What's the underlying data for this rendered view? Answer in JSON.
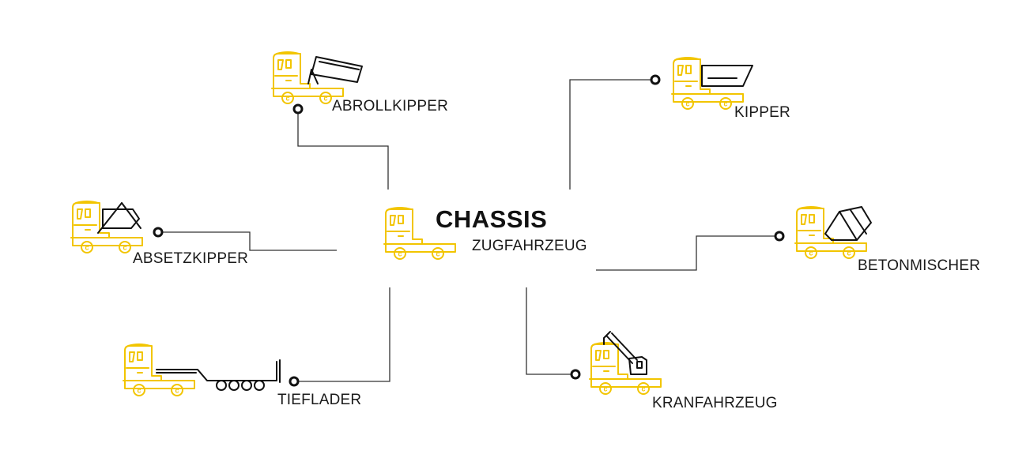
{
  "center": {
    "title": "CHASSIS",
    "subtitle": "ZUGFAHRZEUG",
    "icon": "truck-tractor-icon"
  },
  "nodes": [
    {
      "id": "abrollkipper",
      "label": "ABROLLKIPPER",
      "icon": "hook-lift-truck-icon"
    },
    {
      "id": "kipper",
      "label": "KIPPER",
      "icon": "tipper-truck-icon"
    },
    {
      "id": "absetzkipper",
      "label": "ABSETZKIPPER",
      "icon": "skip-loader-truck-icon"
    },
    {
      "id": "betonmischer",
      "label": "BETONMISCHER",
      "icon": "concrete-mixer-truck-icon"
    },
    {
      "id": "tieflader",
      "label": "TIEFLADER",
      "icon": "lowbed-trailer-truck-icon"
    },
    {
      "id": "kranfahrzeug",
      "label": "KRANFAHRZEUG",
      "icon": "crane-truck-icon"
    }
  ],
  "colors": {
    "truck": "#f2c500",
    "body": "#111111",
    "line": "#333333"
  }
}
